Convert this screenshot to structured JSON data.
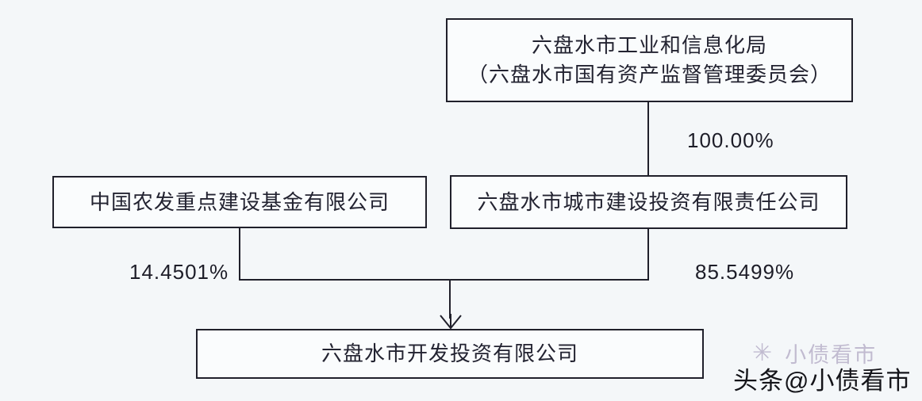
{
  "diagram": {
    "nodes": {
      "authority": {
        "line1": "六盘水市工业和信息化局",
        "line2": "（六盘水市国有资产监督管理委员会）"
      },
      "fund": {
        "label": "中国农发重点建设基金有限公司"
      },
      "citycons": {
        "label": "六盘水市城市建设投资有限责任公司"
      },
      "devinvest": {
        "label": "六盘水市开发投资有限公司"
      }
    },
    "edges": {
      "authority_to_citycons": {
        "percent": "100.00%"
      },
      "fund_to_devinvest": {
        "percent": "14.4501%"
      },
      "citycons_to_devinvest": {
        "percent": "85.5499%"
      }
    }
  },
  "watermark": {
    "icon_glyph": "✳",
    "faint_text": "小债看市",
    "bold_text": "头条@小债看市"
  },
  "colors": {
    "background": "#f4f7f9",
    "box_fill": "#fafcfd",
    "line": "#20202b",
    "text": "#232331",
    "watermark_faint": "#7c6a9a",
    "watermark_bold": "#141419"
  }
}
